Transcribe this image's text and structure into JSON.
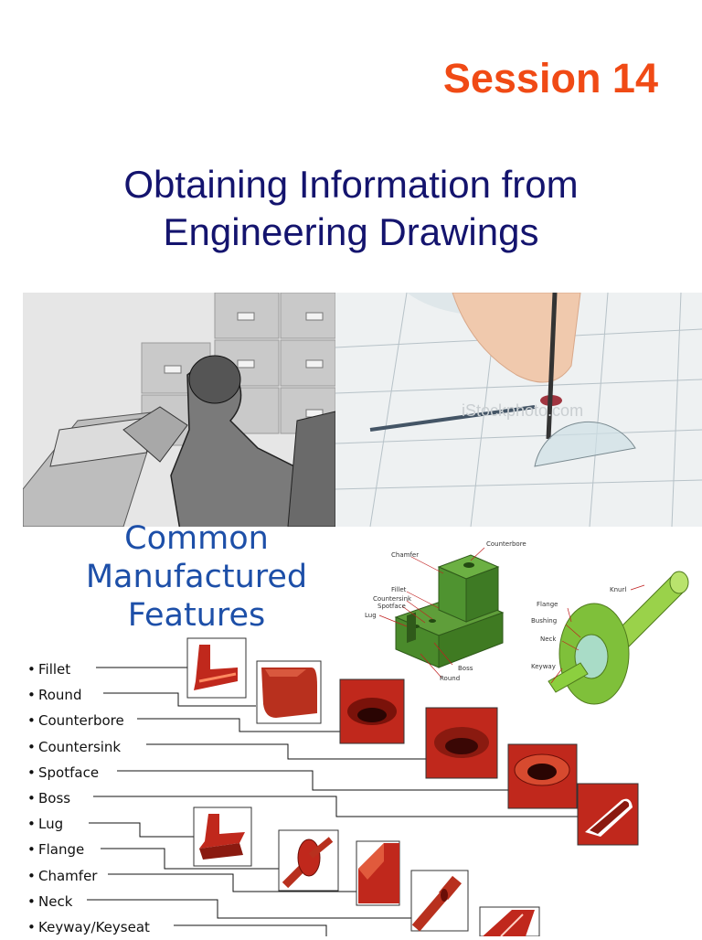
{
  "session_label": "Session 14",
  "title_line1": "Obtaining Information from",
  "title_line2": "Engineering Drawings",
  "photo_watermark": "iStockphoto.com",
  "features_title": [
    "Common",
    "Manufactured",
    "Features"
  ],
  "features": [
    "Fillet",
    "Round",
    "Counterbore",
    "Countersink",
    "Spotface",
    "Boss",
    "Lug",
    "Flange",
    "Chamfer",
    "Neck",
    "Keyway/Keyseat"
  ],
  "block_labels": {
    "chamfer": "Chamfer",
    "counterbore": "Counterbore",
    "fillet": "Fillet",
    "countersink": "Countersink",
    "spotface": "Spotface",
    "lug": "Lug",
    "boss": "Boss",
    "round": "Round"
  },
  "shaft_labels": {
    "knurl": "Knurl",
    "flange": "Flange",
    "bushing": "Bushing",
    "neck": "Neck",
    "keyway": "Keyway"
  },
  "colors": {
    "session": "#f04a15",
    "title": "#14146e",
    "features_title": "#1d4fa8",
    "feature_red": "#c0281c"
  }
}
